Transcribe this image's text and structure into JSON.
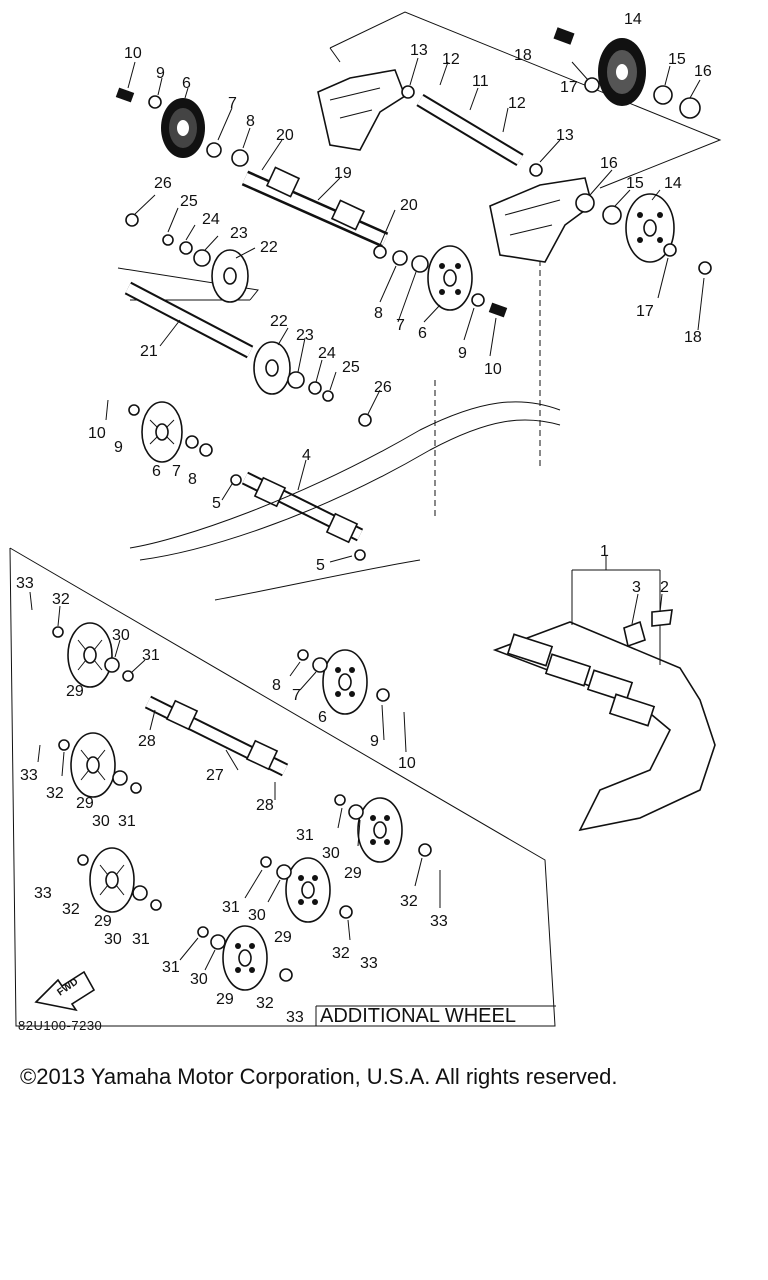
{
  "callouts": {
    "c1": "1",
    "c2": "2",
    "c3": "3",
    "c4": "4",
    "c5": "5",
    "c6": "6",
    "c7": "7",
    "c8": "8",
    "c9": "9",
    "c10": "10",
    "c11": "11",
    "c12": "12",
    "c13": "13",
    "c14": "14",
    "c15": "15",
    "c16": "16",
    "c17": "17",
    "c18": "18",
    "c19": "19",
    "c20": "20",
    "c21": "21",
    "c22": "22",
    "c23": "23",
    "c24": "24",
    "c25": "25",
    "c26": "26",
    "c27": "27",
    "c28": "28",
    "c29": "29",
    "c30": "30",
    "c31": "31",
    "c32": "32",
    "c33": "33"
  },
  "additional_wheel_label": "ADDITIONAL WHEEL",
  "fwd_label": "FWD",
  "reference_code": "82U100-7230",
  "copyright": "©2013 Yamaha Motor Corporation, U.S.A. All rights reserved."
}
